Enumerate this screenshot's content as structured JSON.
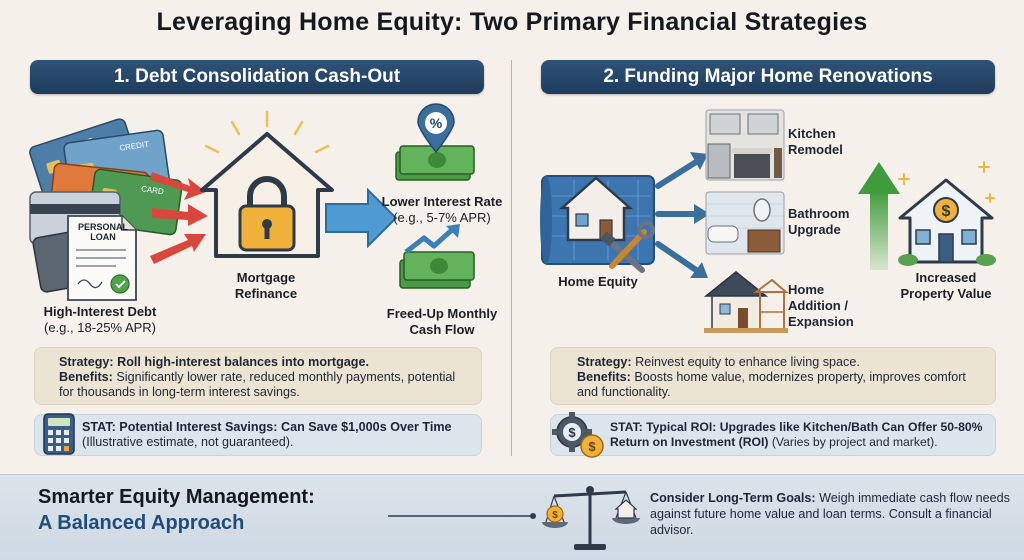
{
  "title": "Leveraging Home Equity: Two Primary Financial Strategies",
  "left": {
    "heading": "1. Debt Consolidation Cash-Out",
    "cards": [
      "CREDIT",
      "CREDIT",
      "CARD"
    ],
    "loan_doc": "PERSONAL LOAN",
    "debt_label_1": "High-Interest Debt",
    "debt_label_2": "(e.g., 18-25% APR)",
    "refi_label_1": "Mortgage",
    "refi_label_2": "Refinance",
    "rate_label_1": "Lower Interest Rate",
    "rate_label_2": "(e.g., 5-7% APR)",
    "cash_label_1": "Freed-Up Monthly",
    "cash_label_2": "Cash Flow",
    "strategy_key": "Strategy:",
    "strategy_text": "Roll high-interest balances into mortgage.",
    "benefits_key": "Benefits:",
    "benefits_text": "Significantly lower rate, reduced monthly payments, potential for thousands in long-term interest savings.",
    "stat_key": "STAT: Potential Interest Savings:",
    "stat_text": "Can Save $1,000s Over Time",
    "stat_note": "(Illustrative estimate, not guaranteed)."
  },
  "right": {
    "heading": "2. Funding Major Home Renovations",
    "equity_label": "Home Equity",
    "kitchen_1": "Kitchen",
    "kitchen_2": "Remodel",
    "bath_1": "Bathroom",
    "bath_2": "Upgrade",
    "addition_1": "Home",
    "addition_2": "Addition /",
    "addition_3": "Expansion",
    "value_1": "Increased",
    "value_2": "Property Value",
    "strategy_key": "Strategy:",
    "strategy_text": "Reinvest equity to enhance living space.",
    "benefits_key": "Benefits:",
    "benefits_text": "Boosts home value, modernizes property, improves comfort and functionality.",
    "stat_key": "STAT: Typical ROI:",
    "stat_text": "Upgrades like Kitchen/Bath Can Offer 50-80% Return on Investment (ROI)",
    "stat_note": "(Varies by project and market)."
  },
  "footer": {
    "line1": "Smarter Equity Management:",
    "line2": "A Balanced Approach",
    "goal_key": "Consider Long-Term Goals:",
    "goal_text": "Weigh immediate cash flow needs against future home value and loan terms. Consult a financial advisor."
  },
  "colors": {
    "navy": "#1e3c5c",
    "red_arrow": "#d9463e",
    "blue_arrow": "#3a7fb8",
    "green": "#3f9c3c",
    "gold": "#e9a72a"
  },
  "icons": [
    "credit-card-icon",
    "personal-loan-icon",
    "house-lock-icon",
    "percent-pin-icon",
    "cash-stack-icon",
    "trend-arrow-icon",
    "calculator-icon",
    "blueprint-house-icon",
    "tools-icon",
    "kitchen-icon",
    "bathroom-icon",
    "home-addition-icon",
    "growth-arrow-icon",
    "dollar-house-icon",
    "gear-dollar-icon",
    "balance-scale-icon"
  ]
}
